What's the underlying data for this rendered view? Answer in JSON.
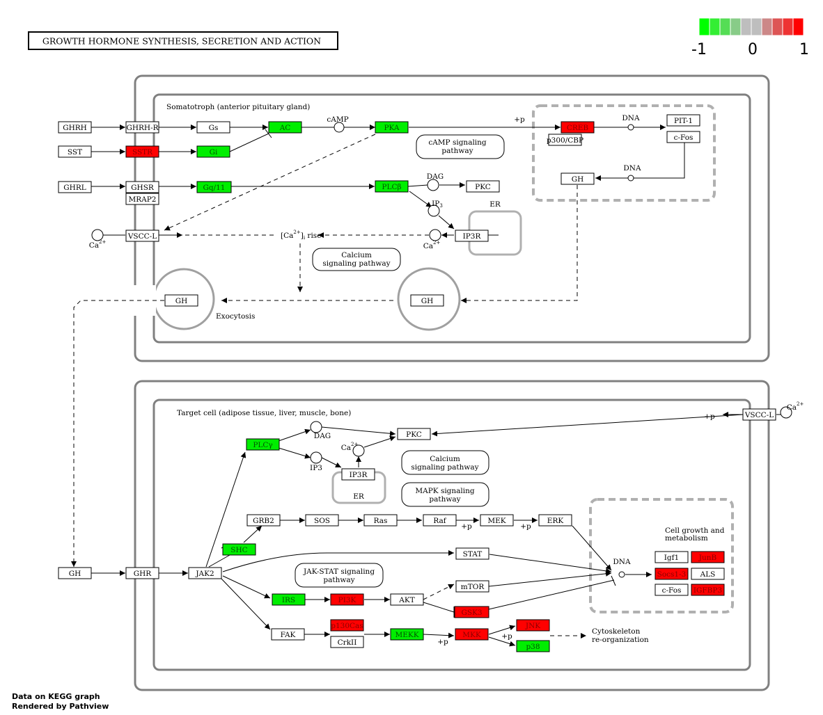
{
  "title": "GROWTH HORMONE SYNTHESIS, SECRETION AND ACTION",
  "legend": {
    "min_label": "-1",
    "mid_label": "0",
    "max_label": "1",
    "colors": [
      "#00ff00",
      "#33ee33",
      "#55dd55",
      "#88cc88",
      "#bebebe",
      "#bebebe",
      "#cc8888",
      "#dd5555",
      "#ee3333",
      "#ff0000"
    ]
  },
  "colors": {
    "up": "#ff0000",
    "down": "#00ee00",
    "none": "#ffffff"
  },
  "compartments": {
    "somatotroph": "Somatotroph (anterior pituitary gland)",
    "target": "Target cell (adipose tissue, liver, muscle, bone)",
    "er": "ER",
    "exocytosis": "Exocytosis",
    "cell_growth_1": "Cell growth and",
    "cell_growth_2": "metabolism",
    "cytoskeleton_1": "Cytoskeleton",
    "cytoskeleton_2": "re-organization"
  },
  "pathways": {
    "camp_1": "cAMP signaling",
    "camp_2": "pathway",
    "calcium_1": "Calcium",
    "calcium_2": "signaling pathway",
    "calcium2_1": "Calcium",
    "calcium2_2": "signaling pathway",
    "mapk_1": "MAPK signaling",
    "mapk_2": "pathway",
    "jakstat_1": "JAK-STAT signaling",
    "jakstat_2": "pathway"
  },
  "compounds": {
    "camp": "cAMP",
    "dag": "DAG",
    "ip3": "IP",
    "ip3_sub": "3",
    "ca": "Ca",
    "ca_sup": "2+",
    "dna": "DNA",
    "ca_rise_pre": "[Ca",
    "ca_rise_sub": "i",
    "ca_rise_post": "rise",
    "dag2": "DAG",
    "ip3b": "IP3"
  },
  "edge_labels": {
    "plus_p": "+p"
  },
  "genes": {
    "GHRH": {
      "label": "GHRH",
      "status": "none"
    },
    "GHRHR": {
      "label": "GHRH-R",
      "status": "none"
    },
    "Gs": {
      "label": "Gs",
      "status": "none"
    },
    "AC": {
      "label": "AC",
      "status": "down"
    },
    "PKA": {
      "label": "PKA",
      "status": "down"
    },
    "CREB": {
      "label": "CREB",
      "status": "up"
    },
    "P300": {
      "label": "p300/CBP",
      "status": "none"
    },
    "PIT1": {
      "label": "PIT-1",
      "status": "none"
    },
    "CFOS1": {
      "label": "c-Fos",
      "status": "none"
    },
    "SST": {
      "label": "SST",
      "status": "none"
    },
    "SSTR": {
      "label": "SSTR",
      "status": "up"
    },
    "Gi": {
      "label": "Gi",
      "status": "down"
    },
    "GHRL": {
      "label": "GHRL",
      "status": "none"
    },
    "GHSR": {
      "label": "GHSR",
      "status": "none"
    },
    "MRAP2": {
      "label": "MRAP2",
      "status": "none"
    },
    "Gq": {
      "label": "Gq/11",
      "status": "down"
    },
    "PLCB": {
      "label": "PLCβ",
      "status": "down"
    },
    "PKC1": {
      "label": "PKC",
      "status": "none"
    },
    "GH1": {
      "label": "GH",
      "status": "none"
    },
    "VSCC1": {
      "label": "VSCC-L",
      "status": "none"
    },
    "IP3R1": {
      "label": "IP3R",
      "status": "none"
    },
    "GH2": {
      "label": "GH",
      "status": "none"
    },
    "GH3": {
      "label": "GH",
      "status": "none"
    },
    "GH4": {
      "label": "GH",
      "status": "none"
    },
    "GHR": {
      "label": "GHR",
      "status": "none"
    },
    "JAK2": {
      "label": "JAK2",
      "status": "none"
    },
    "PLCG": {
      "label": "PLCγ",
      "status": "down"
    },
    "PKC2": {
      "label": "PKC",
      "status": "none"
    },
    "IP3R2": {
      "label": "IP3R",
      "status": "none"
    },
    "VSCC2": {
      "label": "VSCC-L",
      "status": "none"
    },
    "GRB2": {
      "label": "GRB2",
      "status": "none"
    },
    "SOS": {
      "label": "SOS",
      "status": "none"
    },
    "RAS": {
      "label": "Ras",
      "status": "none"
    },
    "RAF": {
      "label": "Raf",
      "status": "none"
    },
    "MEK": {
      "label": "MEK",
      "status": "none"
    },
    "ERK": {
      "label": "ERK",
      "status": "none"
    },
    "SHC": {
      "label": "SHC",
      "status": "down"
    },
    "STAT": {
      "label": "STAT",
      "status": "none"
    },
    "MTOR": {
      "label": "mTOR",
      "status": "none"
    },
    "IRS": {
      "label": "IRS",
      "status": "down"
    },
    "PI3K": {
      "label": "PI3K",
      "status": "up"
    },
    "AKT": {
      "label": "AKT",
      "status": "none"
    },
    "GSK3": {
      "label": "GSK3",
      "status": "up"
    },
    "FAK": {
      "label": "FAK",
      "status": "none"
    },
    "P130": {
      "label": "p130Cas",
      "status": "up"
    },
    "CRKII": {
      "label": "CrkII",
      "status": "none"
    },
    "MEKK": {
      "label": "MEKK",
      "status": "down"
    },
    "MKK": {
      "label": "MKK",
      "status": "up"
    },
    "JNK": {
      "label": "JNK",
      "status": "up"
    },
    "P38": {
      "label": "p38",
      "status": "down"
    },
    "IGF1": {
      "label": "Igf1",
      "status": "none"
    },
    "JUNB": {
      "label": "JunB",
      "status": "up"
    },
    "SOCS": {
      "label": "Socs1-3",
      "status": "up"
    },
    "ALS": {
      "label": "ALS",
      "status": "none"
    },
    "CFOS2": {
      "label": "c-Fos",
      "status": "none"
    },
    "IGFBP3": {
      "label": "IGFBP3",
      "status": "up"
    }
  },
  "footer": {
    "line1": "Data on KEGG graph",
    "line2": "Rendered by Pathview"
  }
}
